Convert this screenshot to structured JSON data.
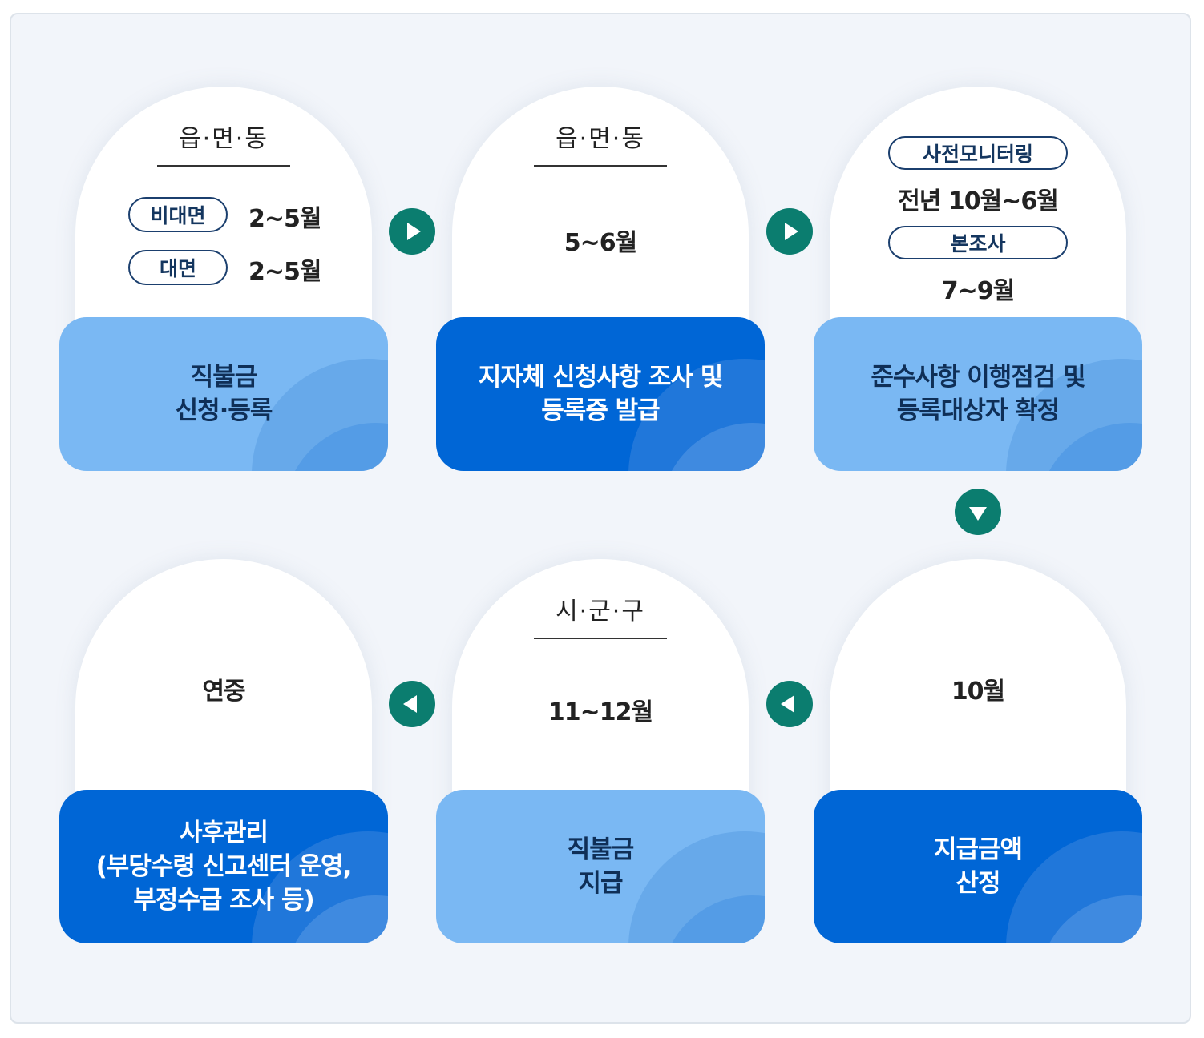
{
  "steps": [
    {
      "org": "읍·면·동",
      "rows": [
        {
          "tag": "비대면",
          "period": "2~5월"
        },
        {
          "tag": "대면",
          "period": "2~5월"
        }
      ],
      "title": "직불금\n신청·등록"
    },
    {
      "org": "읍·면·동",
      "period": "5~6월",
      "title": "지자체 신청사항 조사 및\n등록증 발급"
    },
    {
      "tag1": "사전모니터링",
      "period1": "전년 10월~6월",
      "tag2": "본조사",
      "period2": "7~9월",
      "title": "준수사항 이행점검 및\n등록대상자 확정"
    },
    {
      "period": "10월",
      "title": "지급금액\n산정"
    },
    {
      "org": "시·군·구",
      "period": "11~12월",
      "title": "직불금\n지급"
    },
    {
      "period": "연중",
      "title": "사후관리\n(부당수령 신고센터 운영,\n부정수급 조사 등)"
    }
  ],
  "colors": {
    "arrow": "#0b7d6f",
    "box_light": "#7ab8f3",
    "box_dark": "#0066d6",
    "background": "#f2f5fa"
  }
}
